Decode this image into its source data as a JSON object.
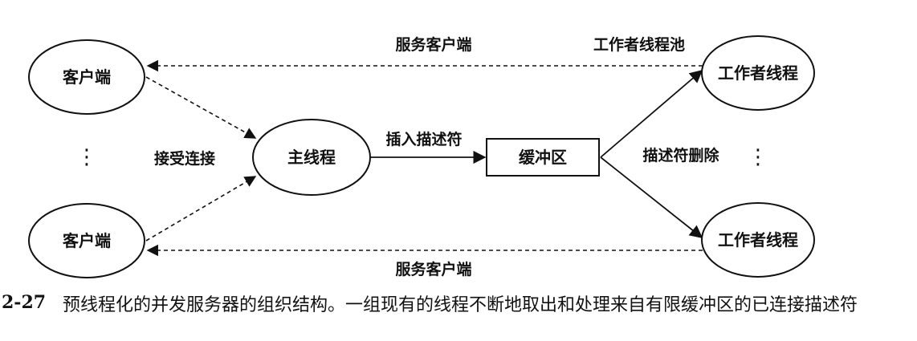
{
  "nodes": {
    "client_top": "客户端",
    "client_bottom": "客户端",
    "main_thread": "主线程",
    "buffer": "缓冲区",
    "worker_top": "工作者线程",
    "worker_bottom": "工作者线程",
    "ellipsis_left": "⋮",
    "ellipsis_right": "⋮"
  },
  "labels": {
    "serve_top": "服务客户端",
    "pool": "工作者线程池",
    "accept": "接受连接",
    "insert": "插入描述符",
    "remove": "描述符删除",
    "serve_bottom": "服务客户端"
  },
  "caption": {
    "number": "2-27",
    "text": "预线程化的并发服务器的组织结构。一组现有的线程不断地取出和处理来自有限缓冲区的已连接描述符"
  }
}
